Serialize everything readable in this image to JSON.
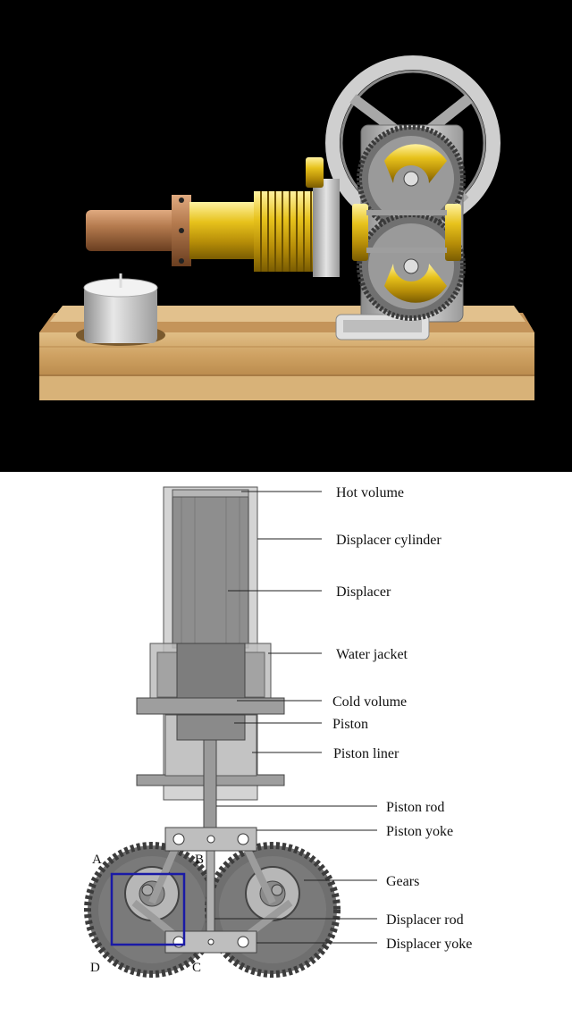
{
  "labels": {
    "hot_volume": "Hot volume",
    "displacer_cylinder": "Displacer cylinder",
    "displacer": "Displacer",
    "water_jacket": "Water jacket",
    "cold_volume": "Cold volume",
    "piston": "Piston",
    "piston_liner": "Piston liner",
    "piston_rod": "Piston rod",
    "piston_yoke": "Piston yoke",
    "gears": "Gears",
    "displacer_rod": "Displacer rod",
    "displacer_yoke": "Displacer yoke"
  },
  "points": {
    "a": "A",
    "b": "B",
    "c": "C",
    "d": "D"
  },
  "colors": {
    "top_background": "#000000",
    "wood_base": "#cfa56a",
    "brass": "#d9b21a",
    "copper": "#b27a4d",
    "steel": "#b8b8b8",
    "highlight_box": "#1a1aa6"
  }
}
